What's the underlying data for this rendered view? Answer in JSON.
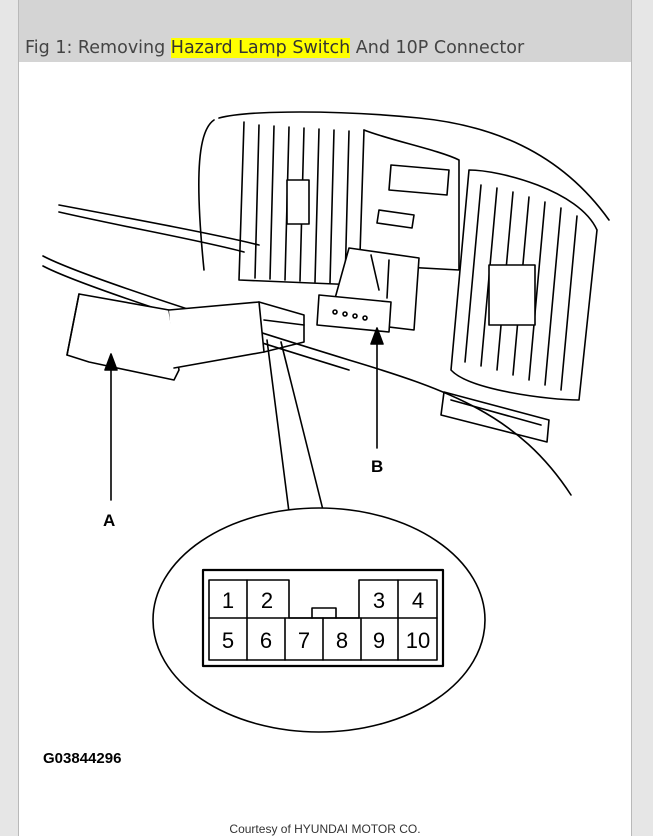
{
  "caption": {
    "prefix": "Fig 1: Removing ",
    "highlight": "Hazard Lamp Switch",
    "suffix": " And 10P Connector"
  },
  "figure": {
    "label_a": "A",
    "label_b": "B",
    "connector_pins": [
      "1",
      "2",
      "3",
      "4",
      "5",
      "6",
      "7",
      "8",
      "9",
      "10"
    ],
    "figure_id": "G03844296"
  },
  "footer": {
    "courtesy": "Courtesy of HYUNDAI MOTOR CO."
  },
  "colors": {
    "highlight": "#ffff00",
    "caption_bar": "#d4d4d4"
  }
}
